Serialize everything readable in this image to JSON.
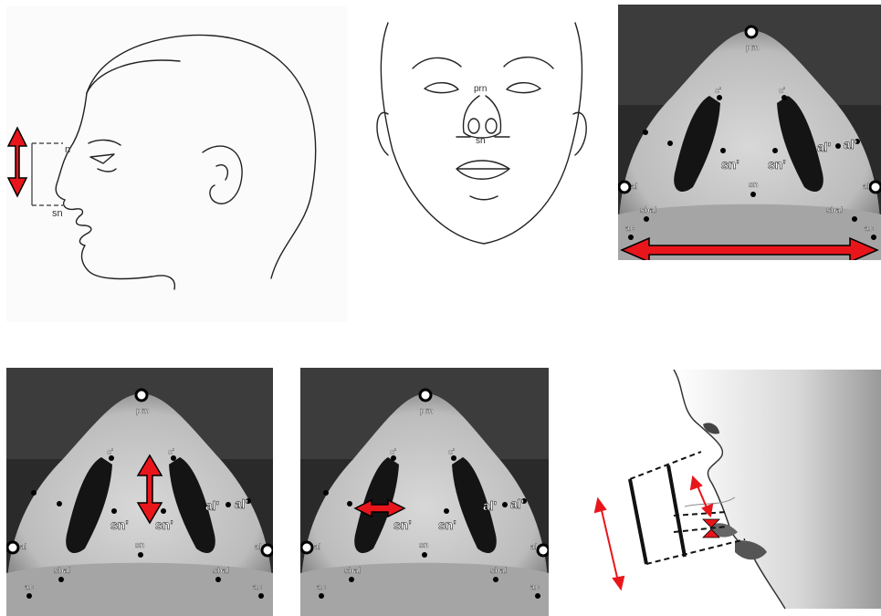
{
  "profile_sketch": {
    "upper_label": "n",
    "lower_label": "sn"
  },
  "frontal_sketch": {
    "upper_label": "prn",
    "lower_label": "sn"
  },
  "photo_labels": {
    "prn": "prn",
    "c": "c'",
    "sn_prime": "sn'",
    "al_prime": "al'",
    "al": "al",
    "sn": "sn",
    "sbal": "sbal",
    "ac": "ac"
  },
  "colors": {
    "arrow": "#e8161b",
    "arrow_outline": "#000000"
  }
}
